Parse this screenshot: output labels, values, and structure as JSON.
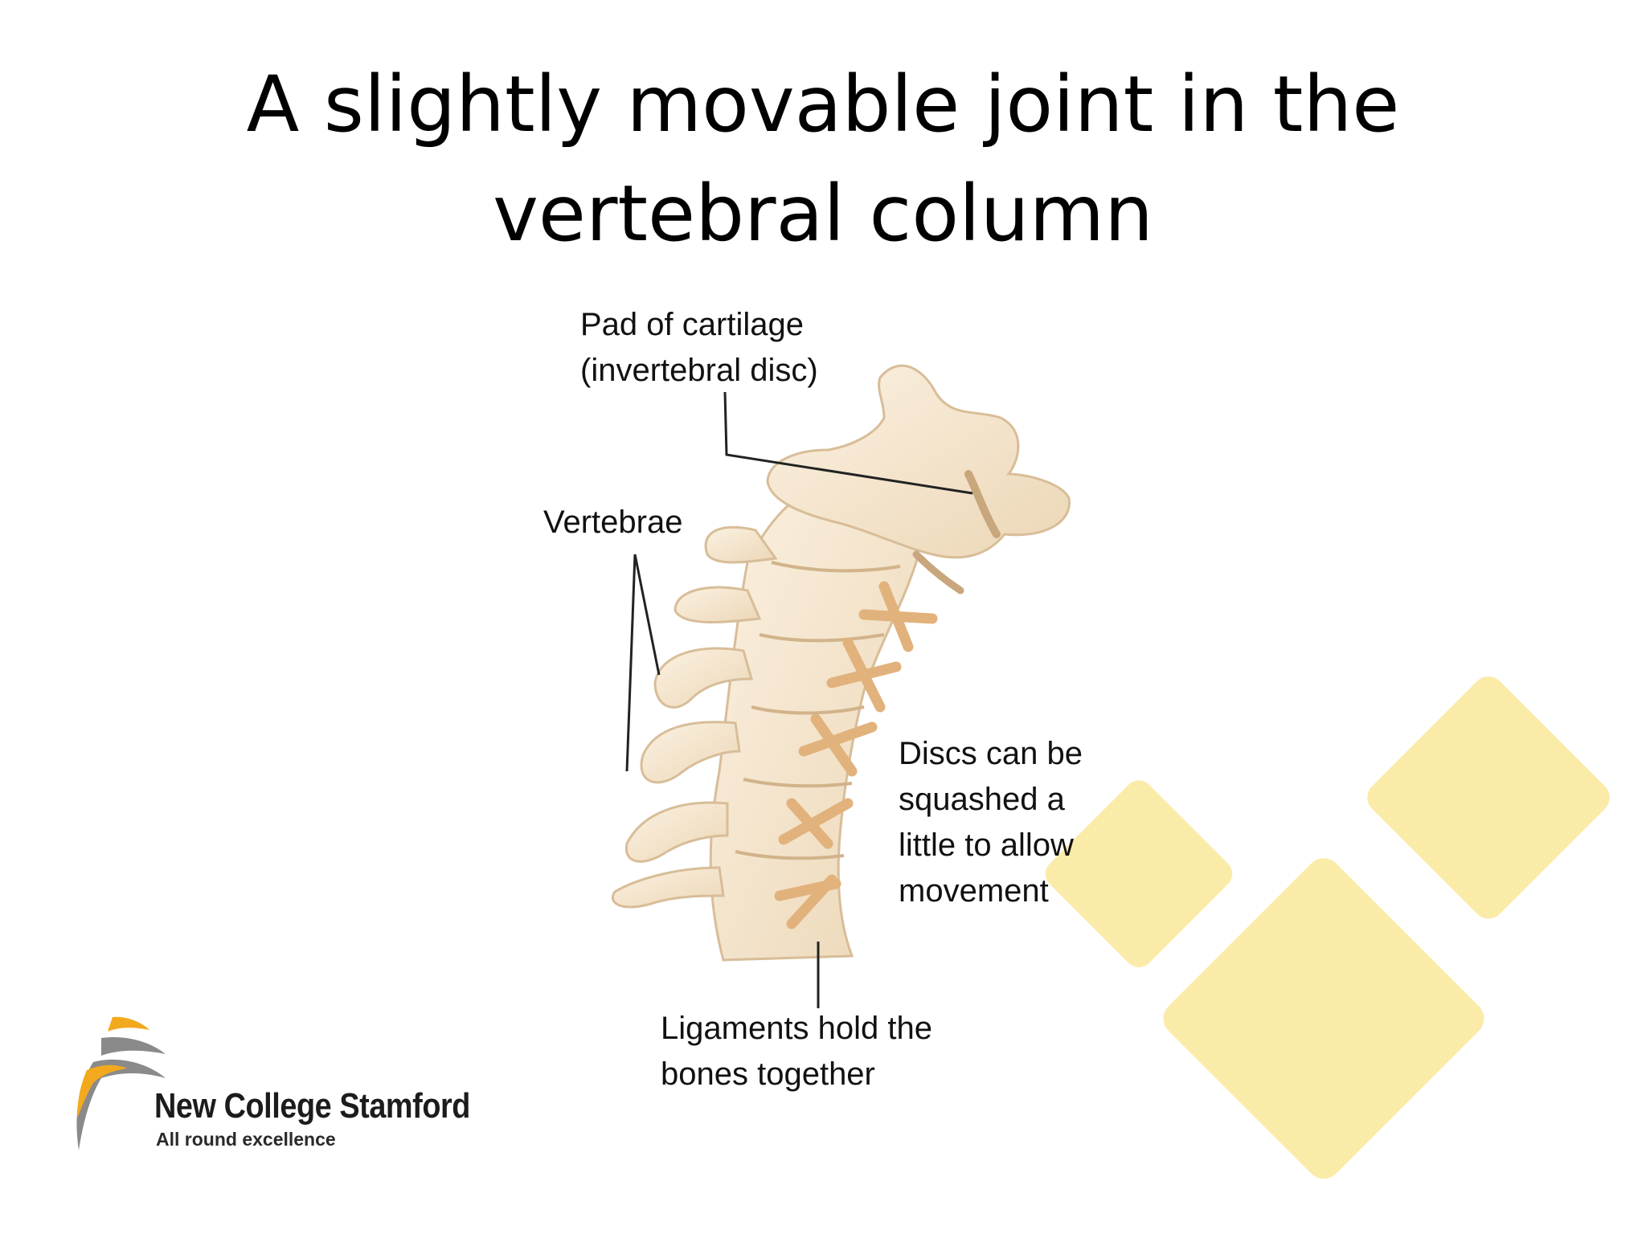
{
  "slide": {
    "title_line1": "A slightly movable joint in the",
    "title_line2": "vertebral column"
  },
  "diagram": {
    "labels": {
      "cartilage_line1": "Pad of cartilage",
      "cartilage_line2": "(invertebral disc)",
      "vertebrae": "Vertebrae",
      "discs_line1": "Discs can be",
      "discs_line2": "squashed a",
      "discs_line3": "little to allow",
      "discs_line4": "movement",
      "ligaments_line1": "Ligaments hold the",
      "ligaments_line2": "bones together"
    },
    "colors": {
      "bone": "#f5e6cf",
      "bone_shadow": "#dcc3a0",
      "ligament": "#e2b27c",
      "leader_line": "#222222"
    }
  },
  "logo": {
    "name": "New College Stamford",
    "tagline": "All round excellence",
    "colors": {
      "swoosh_orange": "#f2a91d",
      "swoosh_grey": "#8a8a8a"
    }
  },
  "decoration": {
    "diamond_color": "#fbe89a"
  }
}
